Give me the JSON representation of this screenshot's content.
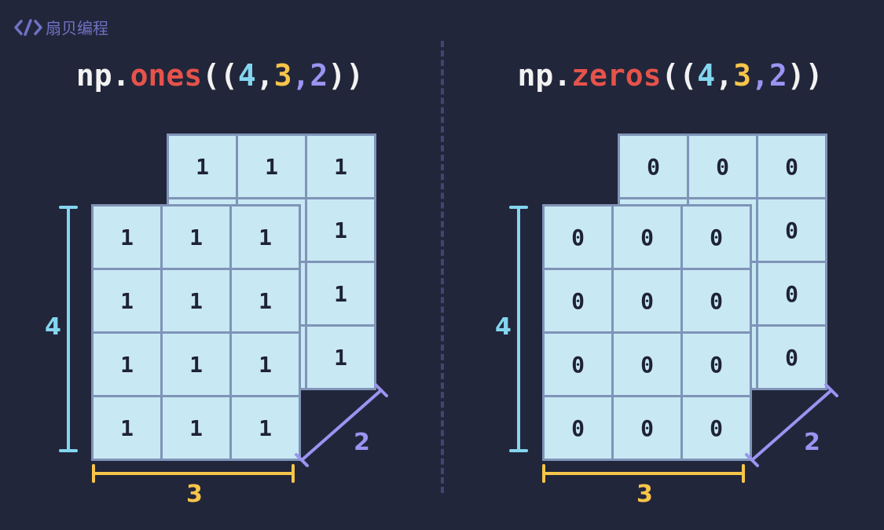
{
  "logo": {
    "icon": "code-brackets-icon",
    "text": "扇贝编程"
  },
  "panels": [
    {
      "title": {
        "prefix": "np.",
        "func": "ones",
        "open": "((",
        "d4": "4",
        "c1": ",",
        "d3": "3",
        "c2": ",",
        "d2": "2",
        "close": "))"
      },
      "back_cells": [
        "1",
        "1",
        "1",
        "",
        "",
        "1",
        "",
        "",
        "1",
        "",
        "",
        "1"
      ],
      "front_cells": [
        "1",
        "1",
        "1",
        "1",
        "1",
        "1",
        "1",
        "1",
        "1",
        "1",
        "1",
        "1"
      ],
      "dims": {
        "height": "4",
        "width": "3",
        "depth": "2"
      }
    },
    {
      "title": {
        "prefix": "np.",
        "func": "zeros",
        "open": "((",
        "d4": "4",
        "c1": ",",
        "d3": "3",
        "c2": ",",
        "d2": "2",
        "close": "))"
      },
      "back_cells": [
        "0",
        "0",
        "0",
        "",
        "",
        "0",
        "",
        "",
        "0",
        "",
        "",
        "0"
      ],
      "front_cells": [
        "0",
        "0",
        "0",
        "0",
        "0",
        "0",
        "0",
        "0",
        "0",
        "0",
        "0",
        "0"
      ],
      "dims": {
        "height": "4",
        "width": "3",
        "depth": "2"
      }
    }
  ],
  "colors": {
    "background": "#22263a",
    "cell": "#c8e8f3",
    "cell_border": "#7f94b8",
    "func": "#e5534b",
    "dim4": "#84d6ef",
    "dim3": "#f6c549",
    "dim2": "#9a94f2"
  }
}
